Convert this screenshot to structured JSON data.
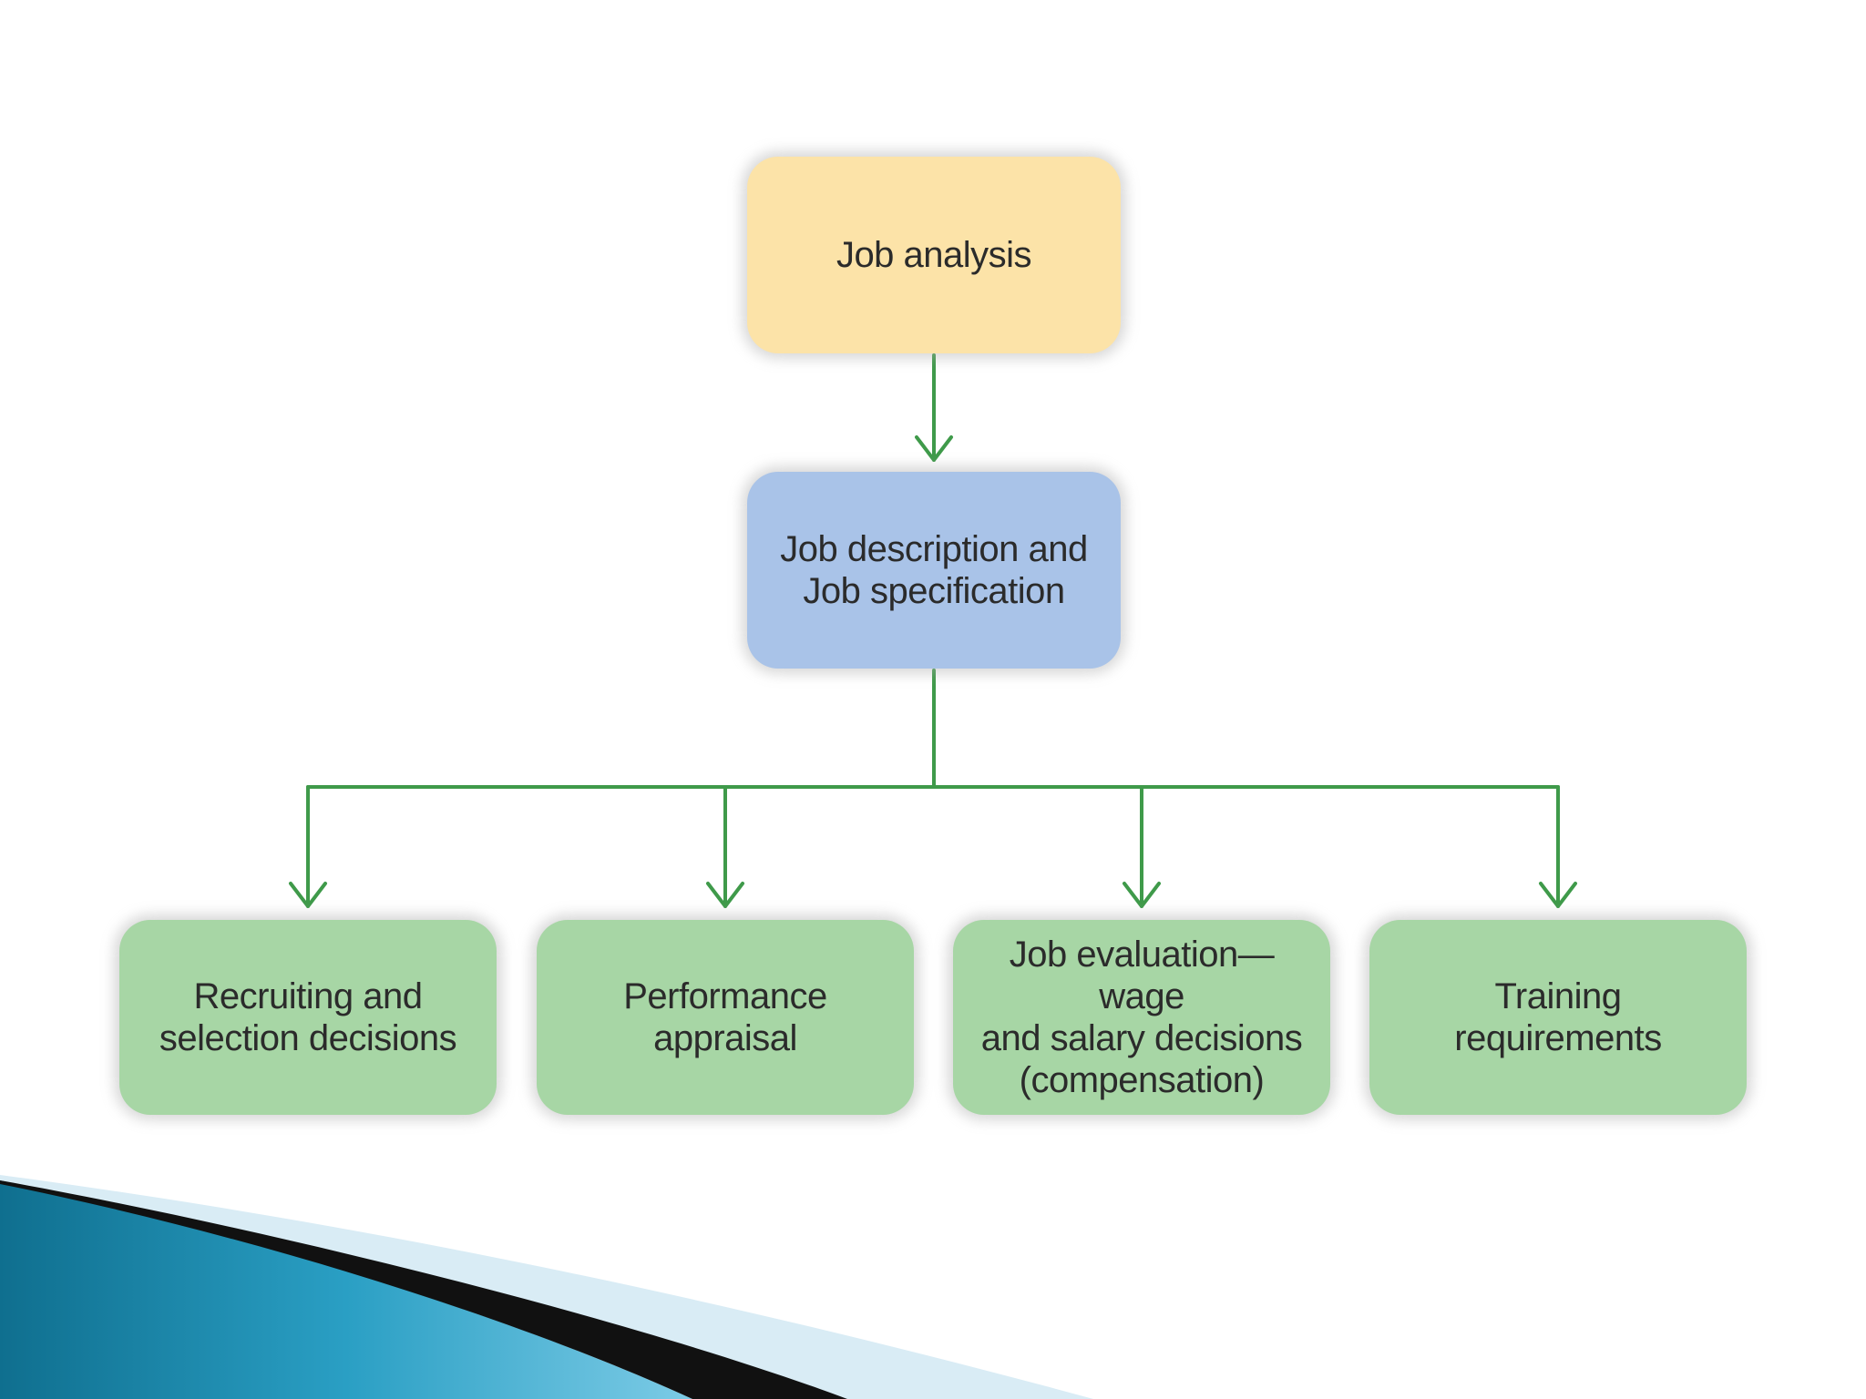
{
  "diagram": {
    "top_node": {
      "label": "Job analysis"
    },
    "middle_node": {
      "label": "Job description and\nJob specification"
    },
    "bottom_nodes": [
      {
        "label": "Recruiting and\nselection decisions"
      },
      {
        "label": "Performance appraisal"
      },
      {
        "label": "Job evaluation—wage\nand salary decisions\n(compensation)"
      },
      {
        "label": "Training requirements"
      }
    ]
  },
  "colors": {
    "top_fill": "#fce3a8",
    "middle_fill": "#a9c3e8",
    "bottom_fill": "#a7d6a5",
    "connector": "#3f9a4a",
    "corner_accent": "#1f86a8"
  }
}
